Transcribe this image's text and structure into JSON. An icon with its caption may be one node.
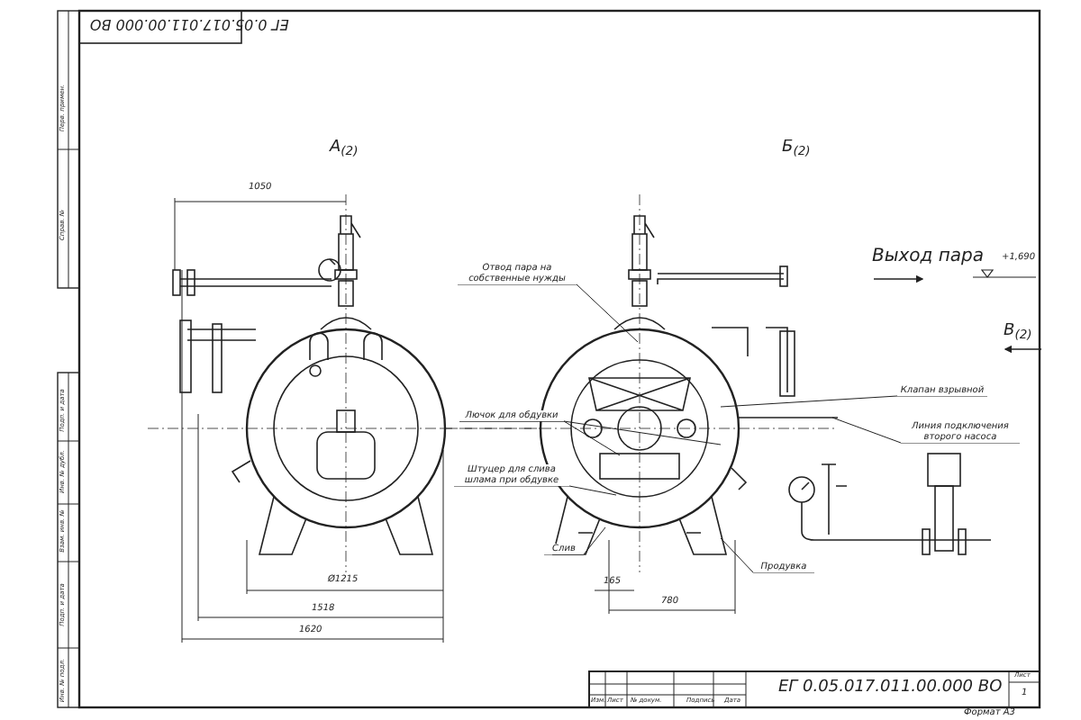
{
  "diagram": {
    "nodes": [
      {
        "text": [
          "Отвод пара на собственные нужды"
        ]
      },
      {
        "text": [
          "Лючок для обдувки"
        ]
      },
      {
        "text": [
          "Штуцер для слива шлама при обдувке"
        ]
      },
      {
        "text": [
          "Слив"
        ]
      },
      {
        "text": [
          "Продувка"
        ]
      },
      {
        "text": [
          "Клапан взрывной"
        ]
      },
      {
        "text": [
          "Линия подключения второго насоса"
        ]
      }
    ],
    "edges": [
      {
        "from": 0,
        "to": null,
        "arrow": "none"
      },
      {
        "from": 1,
        "to": null,
        "arrow": "none"
      },
      {
        "from": 1,
        "to": null,
        "arrow": "none"
      },
      {
        "from": 2,
        "to": null,
        "arrow": "none"
      },
      {
        "from": 3,
        "to": null,
        "arrow": "none"
      },
      {
        "from": 4,
        "to": null,
        "arrow": "none"
      },
      {
        "from": 5,
        "to": null,
        "arrow": "none"
      },
      {
        "from": 6,
        "to": null,
        "arrow": "none"
      }
    ],
    "labels": [
      "ЕГ 0.05.017.011.00.000 ВО",
      "А$_{(2)}$",
      "Б$_{(2)}$",
      "1050",
      "Выход пара",
      "+1,690",
      "В$_{(2)}$",
      "Ø1215",
      "1518",
      "1620",
      "165",
      "780",
      "Изм.",
      "Лист",
      "№ докум.",
      "Подпись",
      "Дата",
      "ЕГ 0.05.017.011.00.000 ВО",
      "Лист",
      "1",
      "Формат А3",
      "Перв. примен.",
      "Справ. №",
      "Подп. и дата",
      "Инв. № дубл.",
      "Взам. инв. №",
      "Подп. и дата",
      "Инв. № подл."
    ]
  }
}
